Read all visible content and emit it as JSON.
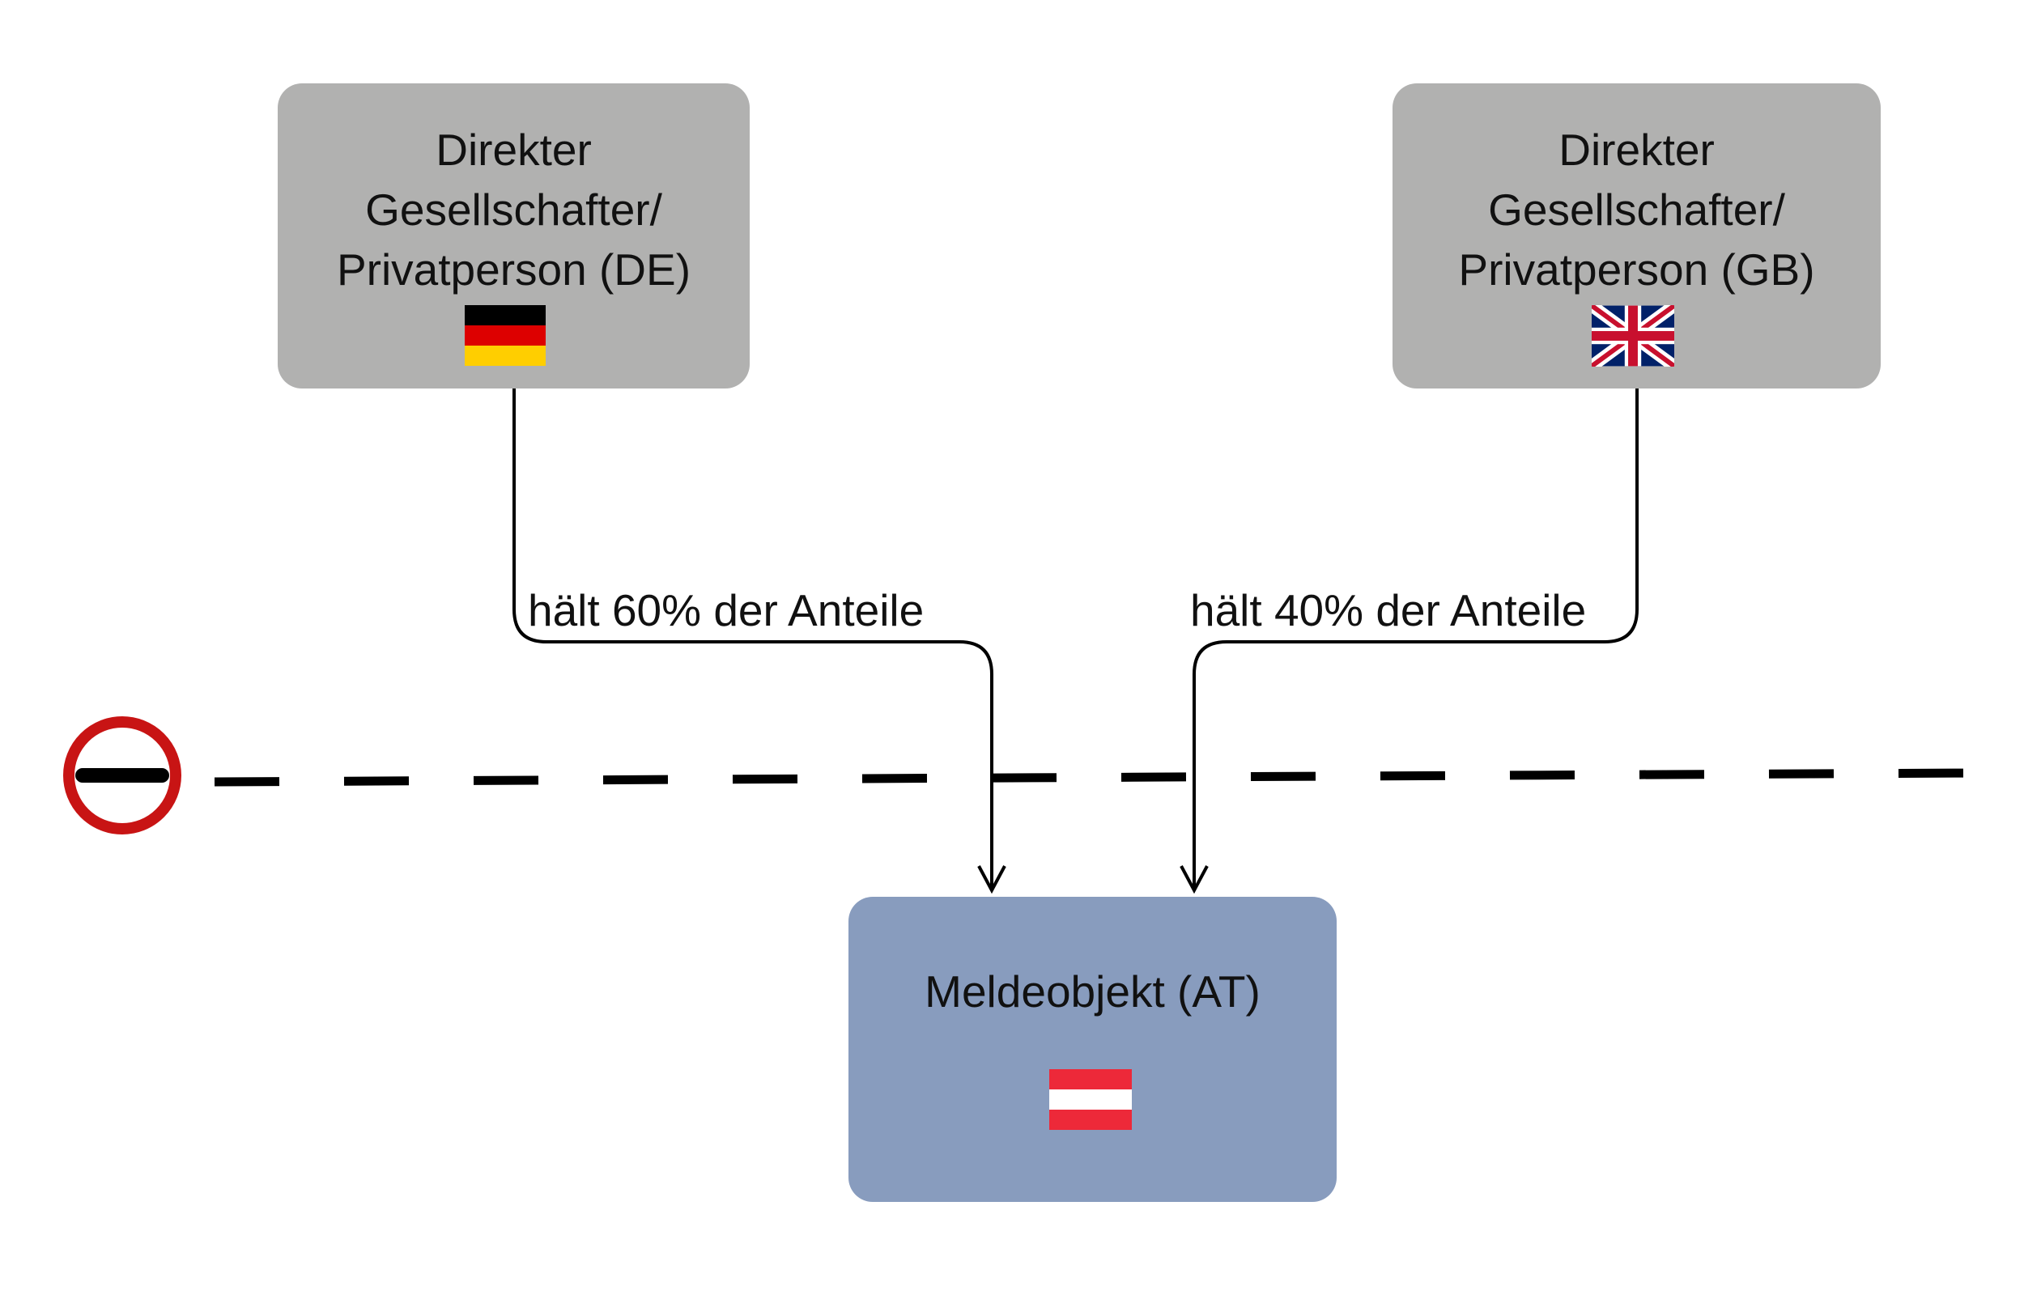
{
  "nodes": {
    "de_person": {
      "lines": [
        "Direkter",
        "Gesellschafter/",
        "Privatperson (DE)"
      ],
      "flag": "germany-flag"
    },
    "gb_person": {
      "lines": [
        "Direkter",
        "Gesellschafter/",
        "Privatperson (GB)"
      ],
      "flag": "united-kingdom-flag"
    },
    "reporting_entity": {
      "label": "Meldeobjekt (AT)",
      "flag": "austria-flag"
    }
  },
  "edges": {
    "de_to_entity": {
      "label": "hält 60% der Anteile"
    },
    "gb_to_entity": {
      "label": "hält 40% der Anteile"
    }
  },
  "border": {
    "icon": "no-entry-icon",
    "style": "dashed"
  },
  "colors": {
    "person_box": "#b1b1b0",
    "entity_box": "#889cbe",
    "line": "#000000",
    "no_entry_ring": "#c81414"
  }
}
